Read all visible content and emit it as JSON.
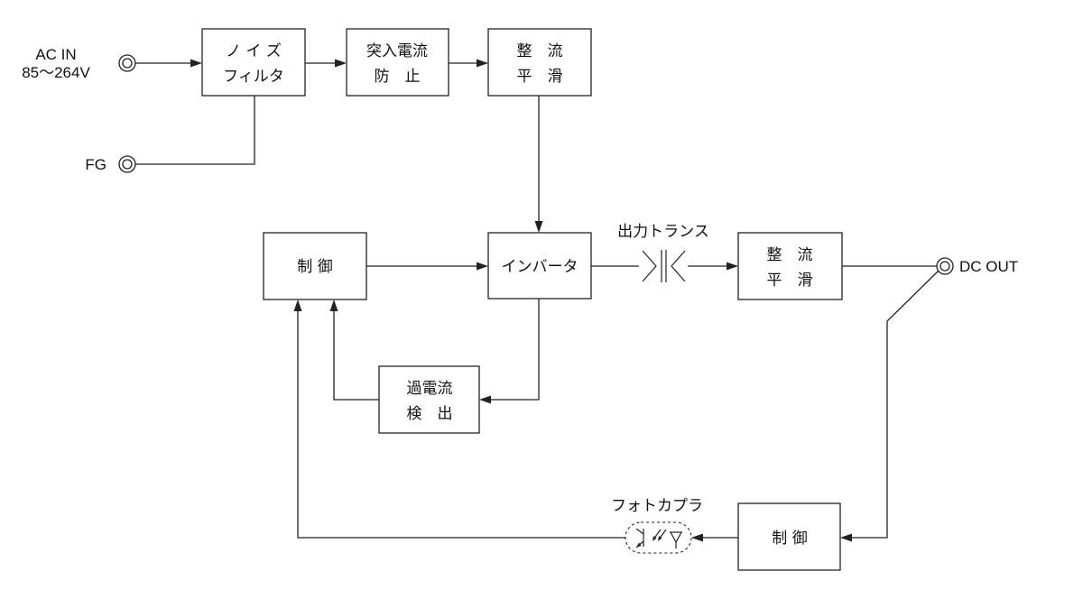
{
  "terminals": {
    "ac_in": [
      "AC IN",
      "85〜264V"
    ],
    "fg": "FG",
    "dc_out": "DC OUT"
  },
  "blocks": {
    "noise_filter": [
      "ノ イ ズ",
      "フィルタ"
    ],
    "inrush": [
      "突入電流",
      "防　止"
    ],
    "rect1": [
      "整　流",
      "平　滑"
    ],
    "ctrl1": [
      "制 御"
    ],
    "inverter": [
      "インバータ"
    ],
    "rect2": [
      "整　流",
      "平　滑"
    ],
    "overcurrent": [
      "過電流",
      "検　出"
    ],
    "ctrl2": [
      "制 御"
    ]
  },
  "labels": {
    "transformer": "出力トランス",
    "photocoupler": "フォトカプラ"
  }
}
